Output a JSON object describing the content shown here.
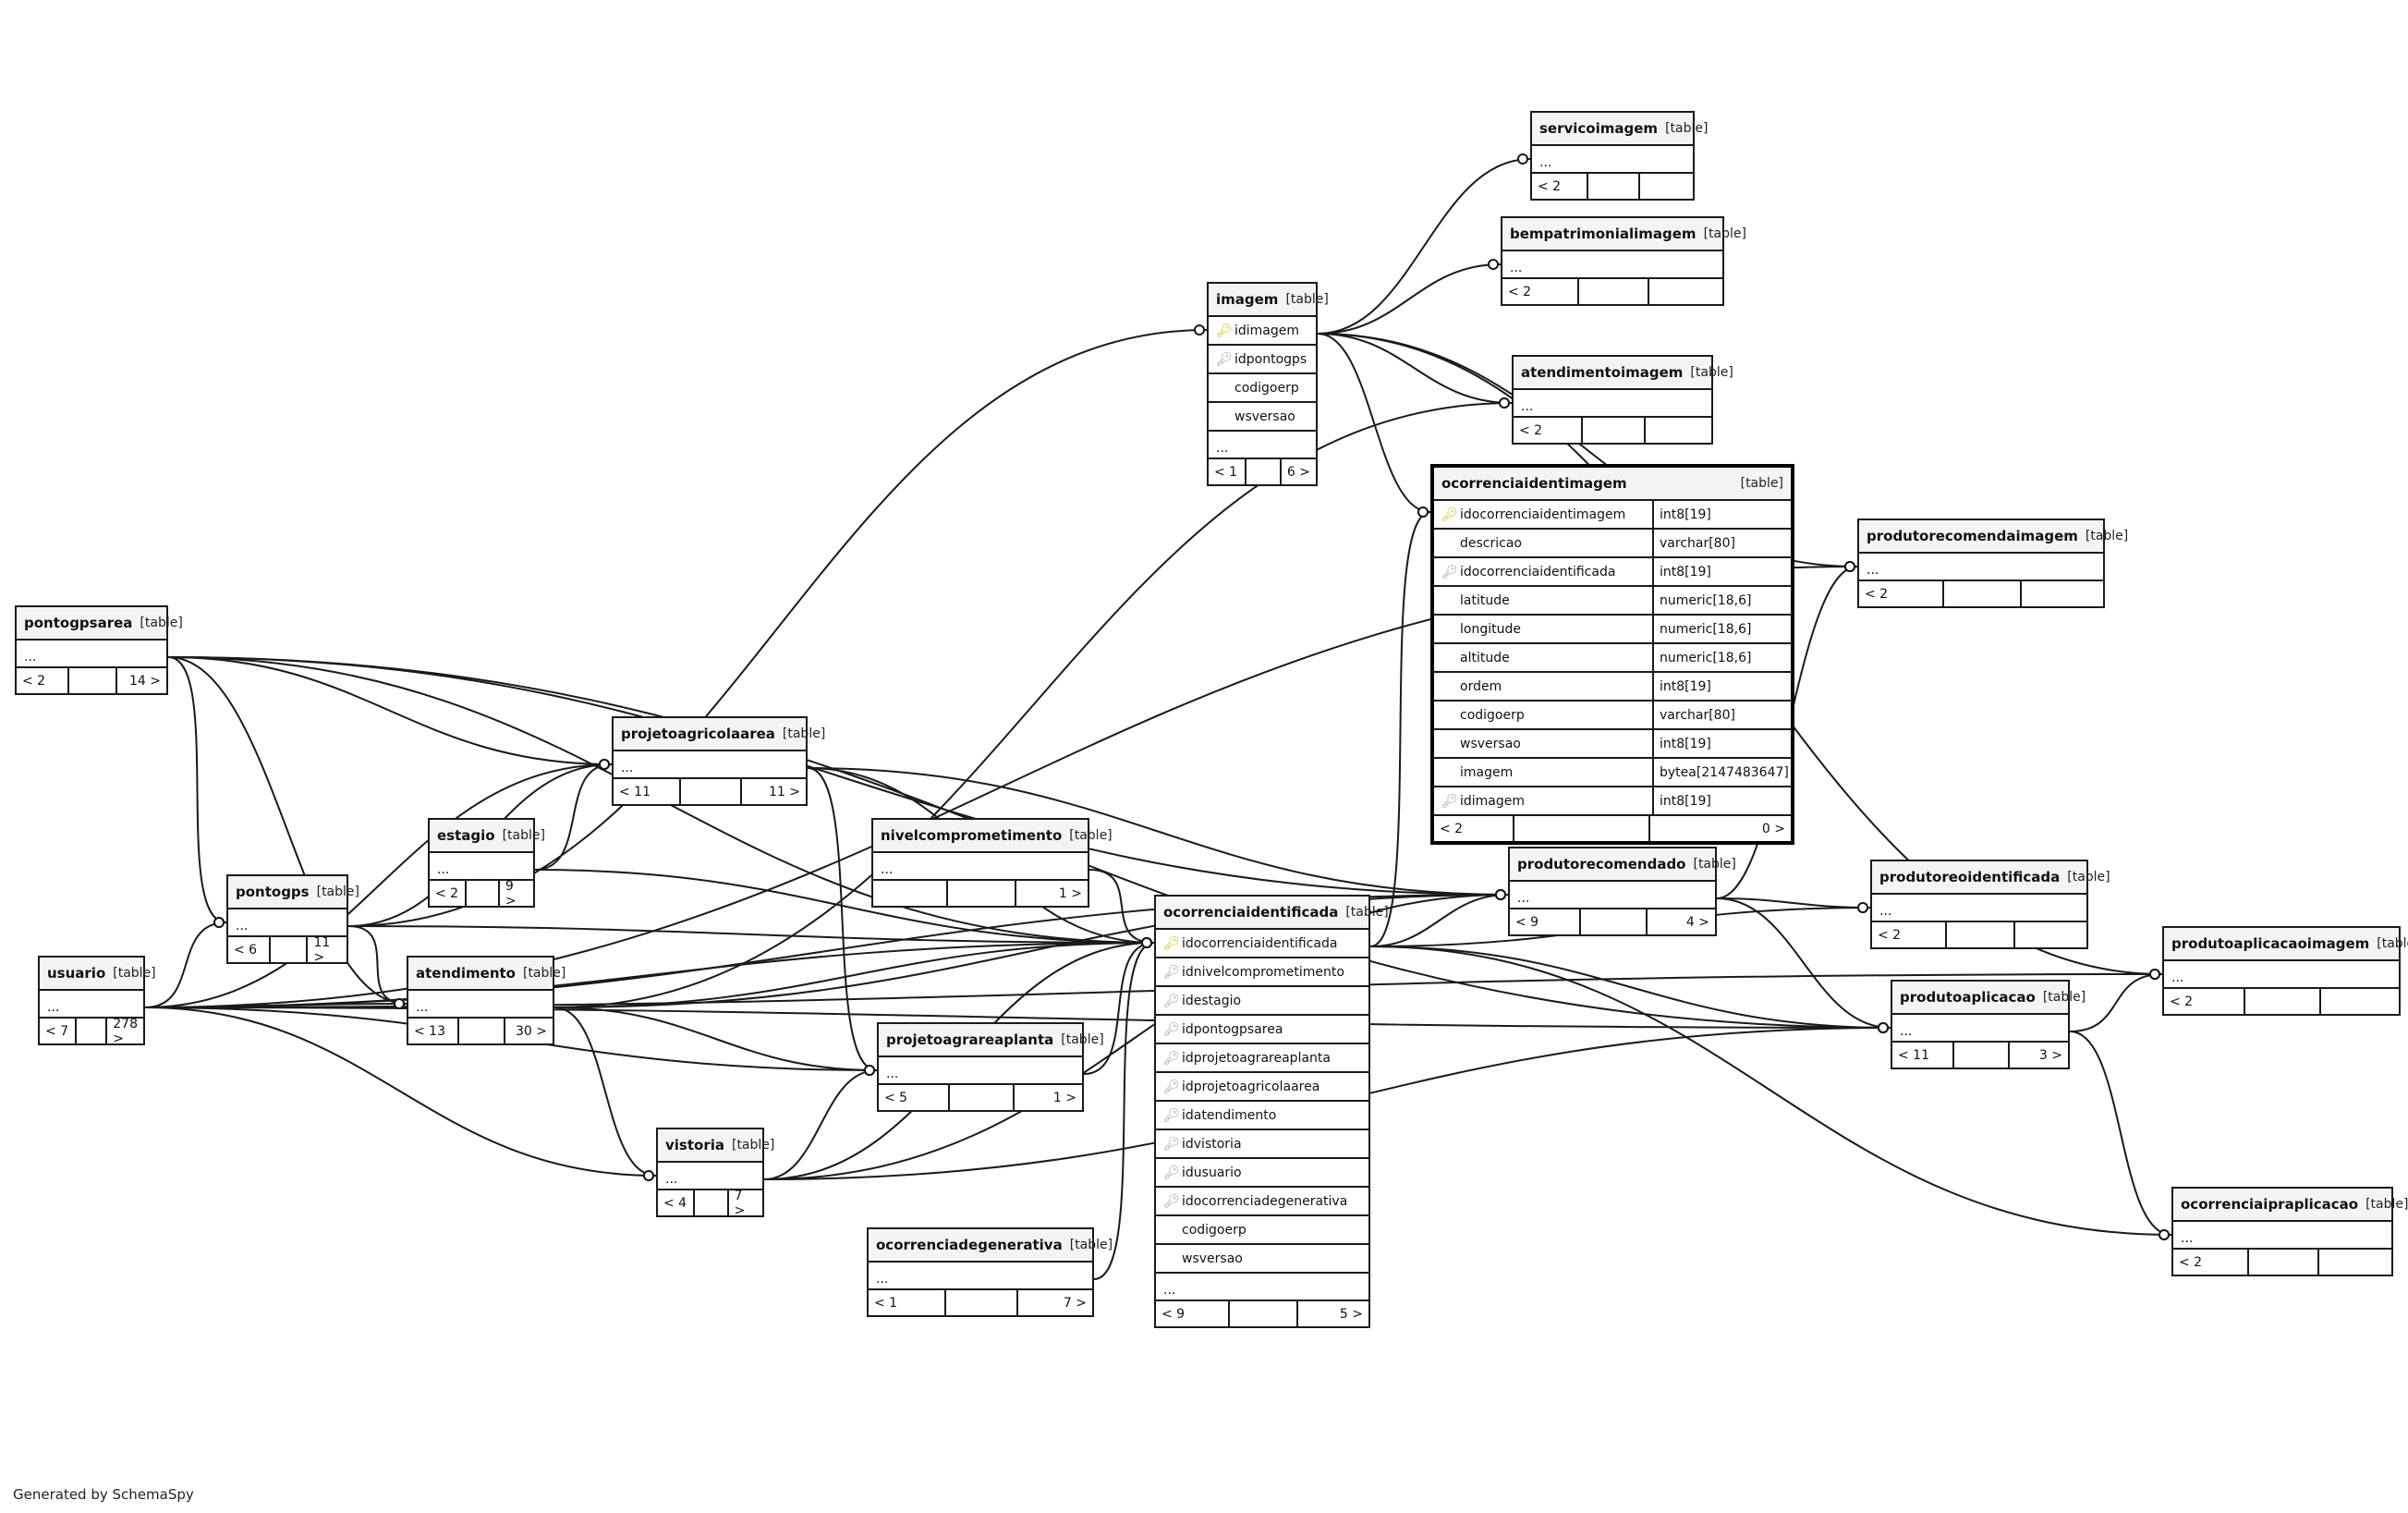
{
  "generated_by": "Generated by SchemaSpy",
  "tables": {
    "pontogpsarea": {
      "name": "pontogpsarea",
      "tag": "[table]",
      "ellipsis": "...",
      "parents": "< 2",
      "children": "14 >"
    },
    "usuario": {
      "name": "usuario",
      "tag": "[table]",
      "ellipsis": "...",
      "parents": "< 7",
      "children": "278 >"
    },
    "pontogps": {
      "name": "pontogps",
      "tag": "[table]",
      "ellipsis": "...",
      "parents": "< 6",
      "children": "11 >"
    },
    "estagio": {
      "name": "estagio",
      "tag": "[table]",
      "ellipsis": "...",
      "parents": "< 2",
      "children": "9 >"
    },
    "atendimento": {
      "name": "atendimento",
      "tag": "[table]",
      "ellipsis": "...",
      "parents": "< 13",
      "children": "30 >"
    },
    "projetoagricolaarea": {
      "name": "projetoagricolaarea",
      "tag": "[table]",
      "ellipsis": "...",
      "parents": "< 11",
      "children": "11 >"
    },
    "nivelcomprometimento": {
      "name": "nivelcomprometimento",
      "tag": "[table]",
      "ellipsis": "...",
      "parents": "",
      "children": "1 >"
    },
    "projetoagrareaplanta": {
      "name": "projetoagrareaplanta",
      "tag": "[table]",
      "ellipsis": "...",
      "parents": "< 5",
      "children": "1 >"
    },
    "vistoria": {
      "name": "vistoria",
      "tag": "[table]",
      "ellipsis": "...",
      "parents": "< 4",
      "children": "7 >"
    },
    "ocorrenciadegenerativa": {
      "name": "ocorrenciadegenerativa",
      "tag": "[table]",
      "ellipsis": "...",
      "parents": "< 1",
      "children": "7 >"
    },
    "imagem": {
      "name": "imagem",
      "tag": "[table]",
      "ellipsis": "...",
      "parents": "< 1",
      "children": "6 >",
      "columns": [
        {
          "name": "idimagem",
          "icon": "pk"
        },
        {
          "name": "idpontogps",
          "icon": "fk"
        },
        {
          "name": "codigoerp",
          "icon": ""
        },
        {
          "name": "wsversao",
          "icon": ""
        }
      ]
    },
    "ocorrenciaidentificada": {
      "name": "ocorrenciaidentificada",
      "tag": "[table]",
      "ellipsis": "...",
      "parents": "< 9",
      "children": "5 >",
      "columns": [
        {
          "name": "idocorrenciaidentificada",
          "icon": "pk"
        },
        {
          "name": "idnivelcomprometimento",
          "icon": "fk"
        },
        {
          "name": "idestagio",
          "icon": "fk"
        },
        {
          "name": "idpontogpsarea",
          "icon": "fk"
        },
        {
          "name": "idprojetoagrareaplanta",
          "icon": "fk"
        },
        {
          "name": "idprojetoagricolaarea",
          "icon": "fk"
        },
        {
          "name": "idatendimento",
          "icon": "fk"
        },
        {
          "name": "idvistoria",
          "icon": "fk"
        },
        {
          "name": "idusuario",
          "icon": "fk"
        },
        {
          "name": "idocorrenciadegenerativa",
          "icon": "fk"
        },
        {
          "name": "codigoerp",
          "icon": ""
        },
        {
          "name": "wsversao",
          "icon": ""
        }
      ]
    },
    "servicoimagem": {
      "name": "servicoimagem",
      "tag": "[table]",
      "ellipsis": "...",
      "parents": "< 2",
      "children": ""
    },
    "bempatrimonialimagem": {
      "name": "bempatrimonialimagem",
      "tag": "[table]",
      "ellipsis": "...",
      "parents": "< 2",
      "children": ""
    },
    "atendimentoimagem": {
      "name": "atendimentoimagem",
      "tag": "[table]",
      "ellipsis": "...",
      "parents": "< 2",
      "children": ""
    },
    "ocorrenciaidentimagem": {
      "name": "ocorrenciaidentimagem",
      "tag": "[table]",
      "parents": "< 2",
      "children": "0 >",
      "columns": [
        {
          "name": "idocorrenciaidentimagem",
          "icon": "pk",
          "type": "int8[19]"
        },
        {
          "name": "descricao",
          "icon": "",
          "type": "varchar[80]"
        },
        {
          "name": "idocorrenciaidentificada",
          "icon": "fk",
          "type": "int8[19]"
        },
        {
          "name": "latitude",
          "icon": "",
          "type": "numeric[18,6]"
        },
        {
          "name": "longitude",
          "icon": "",
          "type": "numeric[18,6]"
        },
        {
          "name": "altitude",
          "icon": "",
          "type": "numeric[18,6]"
        },
        {
          "name": "ordem",
          "icon": "",
          "type": "int8[19]"
        },
        {
          "name": "codigoerp",
          "icon": "",
          "type": "varchar[80]"
        },
        {
          "name": "wsversao",
          "icon": "",
          "type": "int8[19]"
        },
        {
          "name": "imagem",
          "icon": "",
          "type": "bytea[2147483647]"
        },
        {
          "name": "idimagem",
          "icon": "fk",
          "type": "int8[19]"
        }
      ]
    },
    "produtorecomendaimagem": {
      "name": "produtorecomendaimagem",
      "tag": "[table]",
      "ellipsis": "...",
      "parents": "< 2",
      "children": ""
    },
    "produtorecomendado": {
      "name": "produtorecomendado",
      "tag": "[table]",
      "ellipsis": "...",
      "parents": "< 9",
      "children": "4 >"
    },
    "produtoreoidentificada": {
      "name": "produtoreoidentificada",
      "tag": "[table]",
      "ellipsis": "...",
      "parents": "< 2",
      "children": ""
    },
    "produtoaplicacao": {
      "name": "produtoaplicacao",
      "tag": "[table]",
      "ellipsis": "...",
      "parents": "< 11",
      "children": "3 >"
    },
    "produtoaplicacaoimagem": {
      "name": "produtoaplicacaoimagem",
      "tag": "[table]",
      "ellipsis": "...",
      "parents": "< 2",
      "children": ""
    },
    "ocorrenciaipraplicacao": {
      "name": "ocorrenciaipraplicacao",
      "tag": "[table]",
      "ellipsis": "...",
      "parents": "< 2",
      "children": ""
    }
  },
  "relationships": [
    [
      "pontogpsarea",
      "pontogps"
    ],
    [
      "pontogpsarea",
      "atendimento"
    ],
    [
      "pontogpsarea",
      "projetoagricolaarea"
    ],
    [
      "pontogpsarea",
      "ocorrenciaidentificada"
    ],
    [
      "pontogpsarea",
      "produtorecomendado"
    ],
    [
      "pontogpsarea",
      "produtoaplicacao"
    ],
    [
      "usuario",
      "pontogps"
    ],
    [
      "usuario",
      "atendimento"
    ],
    [
      "usuario",
      "projetoagricolaarea"
    ],
    [
      "usuario",
      "projetoagrareaplanta"
    ],
    [
      "usuario",
      "vistoria"
    ],
    [
      "usuario",
      "ocorrenciaidentificada"
    ],
    [
      "usuario",
      "produtorecomendado"
    ],
    [
      "usuario",
      "produtoaplicacao"
    ],
    [
      "usuario",
      "produtorecomendaimagem"
    ],
    [
      "usuario",
      "produtoaplicacaoimagem"
    ],
    [
      "pontogps",
      "atendimento"
    ],
    [
      "pontogps",
      "projetoagricolaarea"
    ],
    [
      "pontogps",
      "imagem"
    ],
    [
      "pontogps",
      "ocorrenciaidentificada"
    ],
    [
      "estagio",
      "projetoagricolaarea"
    ],
    [
      "estagio",
      "ocorrenciaidentificada"
    ],
    [
      "atendimento",
      "projetoagrareaplanta"
    ],
    [
      "atendimento",
      "vistoria"
    ],
    [
      "atendimento",
      "ocorrenciaidentificada"
    ],
    [
      "atendimento",
      "atendimentoimagem"
    ],
    [
      "atendimento",
      "produtorecomendado"
    ],
    [
      "projetoagricolaarea",
      "projetoagrareaplanta"
    ],
    [
      "projetoagricolaarea",
      "ocorrenciaidentificada"
    ],
    [
      "projetoagricolaarea",
      "produtorecomendado"
    ],
    [
      "nivelcomprometimento",
      "ocorrenciaidentificada"
    ],
    [
      "projetoagrareaplanta",
      "ocorrenciaidentificada"
    ],
    [
      "vistoria",
      "projetoagrareaplanta"
    ],
    [
      "vistoria",
      "ocorrenciaidentificada"
    ],
    [
      "vistoria",
      "produtoaplicacao"
    ],
    [
      "vistoria",
      "produtorecomendado"
    ],
    [
      "ocorrenciadegenerativa",
      "ocorrenciaidentificada"
    ],
    [
      "imagem",
      "servicoimagem"
    ],
    [
      "imagem",
      "bempatrimonialimagem"
    ],
    [
      "imagem",
      "atendimentoimagem"
    ],
    [
      "imagem",
      "ocorrenciaidentimagem"
    ],
    [
      "imagem",
      "produtorecomendaimagem"
    ],
    [
      "imagem",
      "produtoaplicacaoimagem"
    ],
    [
      "ocorrenciaidentificada",
      "ocorrenciaidentimagem"
    ],
    [
      "ocorrenciaidentificada",
      "produtorecomendado"
    ],
    [
      "ocorrenciaidentificada",
      "produtoreoidentificada"
    ],
    [
      "ocorrenciaidentificada",
      "produtoaplicacao"
    ],
    [
      "ocorrenciaidentificada",
      "ocorrenciaipraplicacao"
    ],
    [
      "produtorecomendado",
      "produtorecomendaimagem"
    ],
    [
      "produtorecomendado",
      "produtoreoidentificada"
    ],
    [
      "produtorecomendado",
      "produtoaplicacao"
    ],
    [
      "produtoaplicacao",
      "produtoaplicacaoimagem"
    ],
    [
      "produtoaplicacao",
      "ocorrenciaipraplicacao"
    ]
  ]
}
